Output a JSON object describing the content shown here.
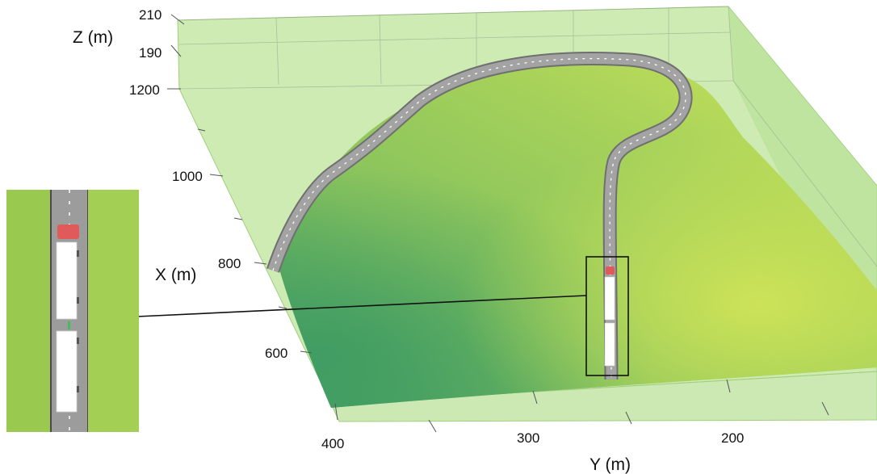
{
  "axes": {
    "z": {
      "title": "Z (m)",
      "ticks": [
        "210",
        "190"
      ]
    },
    "x": {
      "title": "X (m)",
      "ticks": [
        "1200",
        "1000",
        "800",
        "600"
      ]
    },
    "y": {
      "title": "Y (m)",
      "ticks": [
        "400",
        "300",
        "200"
      ]
    }
  },
  "colors": {
    "terrain_light": "#c9e25c",
    "terrain_mid": "#8fc65e",
    "terrain_dark": "#3f9e62",
    "bounding_box": "#a9dd8a",
    "road": "#9a9a9a",
    "road_edge": "#6e6e6e",
    "truck_cab": "#e05a5a",
    "trailer": "#ffffff",
    "highlight_frame": "#111111"
  },
  "scene": {
    "icons": [
      "terrain-surface",
      "road",
      "truck-icon",
      "zoom-inset"
    ]
  }
}
